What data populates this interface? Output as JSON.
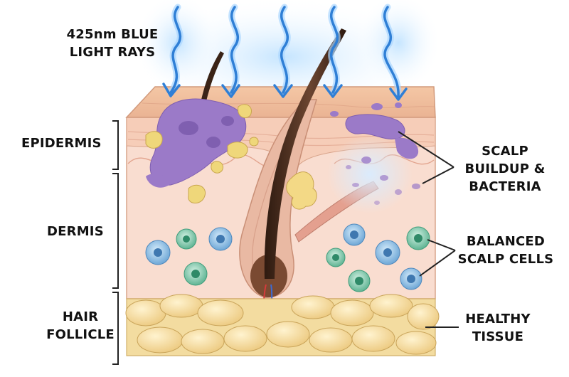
{
  "labels": {
    "blue_light": [
      "425nm BLUE",
      "LIGHT RAYS"
    ],
    "epidermis": "EPIDERMIS",
    "dermis": "DERMIS",
    "hair_follicle": [
      "HAIR",
      "FOLLICLE"
    ],
    "scalp_buildup": [
      "SCALP",
      "BUILDUP &",
      "BACTERIA"
    ],
    "balanced_cells": [
      "BALANCED",
      "SCALP CELLS"
    ],
    "healthy_tissue": [
      "HEALTHY",
      "TISSUE"
    ]
  },
  "colors": {
    "light_ray": "#2f7fd6",
    "ray_glow": "#a9d6ff",
    "skin_surface": "#f2c09c",
    "dermis": "#f9ddd0",
    "fat_tissue": "#f3dca0",
    "hair": "#4a2e1f",
    "buildup_purple": "#9b7ac8",
    "bacteria_yellow": "#efd77a",
    "cell_blue": "#7fb6e0",
    "cell_green": "#6fc3a5"
  }
}
